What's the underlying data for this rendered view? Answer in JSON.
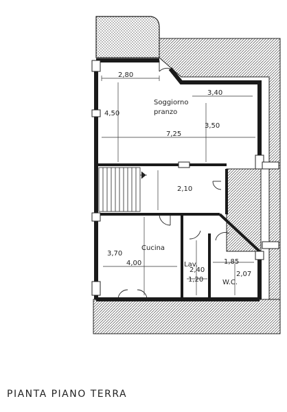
{
  "plan": {
    "title": "PIANTA PIANO TERRA",
    "rooms": {
      "living_line1": "Soggiorno",
      "living_line2": "pranzo",
      "kitchen": "Cucina",
      "laundry": "Lav.",
      "wc": "W.C."
    },
    "dimensions": {
      "d1": "2,80",
      "d2": "3,40",
      "d3": "4,50",
      "d4": "3,50",
      "d5": "7,25",
      "d6": "2,10",
      "d7": "3,70",
      "d8": "4,00",
      "d9": "2,40",
      "d10": "1,20",
      "d11": "1,85",
      "d12": "2,07"
    },
    "colors": {
      "wall": "#1a1a1a",
      "hatch": "#555555",
      "paper": "#ffffff"
    }
  }
}
